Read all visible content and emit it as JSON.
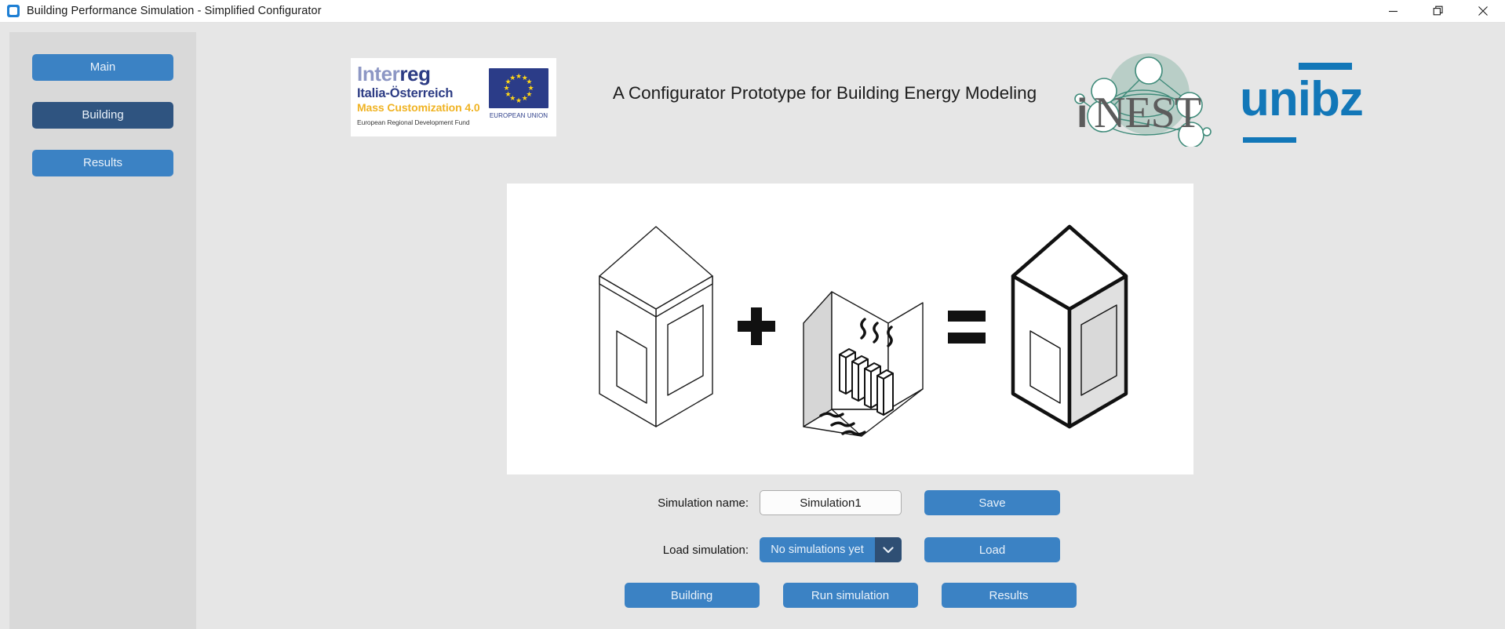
{
  "window": {
    "title": "Building Performance Simulation - Simplified Configurator",
    "app_icon": "app-logo-icon",
    "controls": {
      "minimize": "minimize-icon",
      "restore": "restore-icon",
      "close": "close-icon"
    }
  },
  "sidebar": {
    "items": [
      {
        "label": "Main",
        "state": "normal"
      },
      {
        "label": "Building",
        "state": "active"
      },
      {
        "label": "Results",
        "state": "normal"
      }
    ]
  },
  "header": {
    "headline": "A Configurator Prototype for Building Energy Modeling",
    "interreg": {
      "word_light": "Inter",
      "word_dark": "reg",
      "region": "Italia-Österreich",
      "programme": "Mass Customization 4.0",
      "fund": "European Regional Development Fund",
      "eu_label": "EUROPEAN UNION"
    },
    "inest": {
      "text": "NEST",
      "prefix": "i"
    },
    "unibz": {
      "text": "unibz"
    }
  },
  "illustration": {
    "plus_symbol": "+",
    "equals_symbol": "=",
    "parts": [
      "building-envelope",
      "heating-system-room",
      "simulated-building"
    ]
  },
  "form": {
    "simulation_name_label": "Simulation name:",
    "simulation_name_value": "Simulation1",
    "simulation_name_placeholder": "Simulation1",
    "save_label": "Save",
    "load_simulation_label": "Load simulation:",
    "load_simulation_value": "No simulations yet",
    "load_label": "Load",
    "bottom_buttons": [
      {
        "label": "Building"
      },
      {
        "label": "Run simulation"
      },
      {
        "label": "Results"
      }
    ]
  },
  "colors": {
    "accent_blue": "#3b82c4",
    "accent_blue_dark": "#2f5480",
    "combo_arrow": "#2f4f74",
    "page_bg": "#e6e6e6",
    "sidebar_bg": "#d9d9d9",
    "interreg_blue": "#2d3c84",
    "interreg_yellow": "#f0b323",
    "unibz_blue": "#1277b8",
    "inest_green": "#3f8b7a"
  }
}
